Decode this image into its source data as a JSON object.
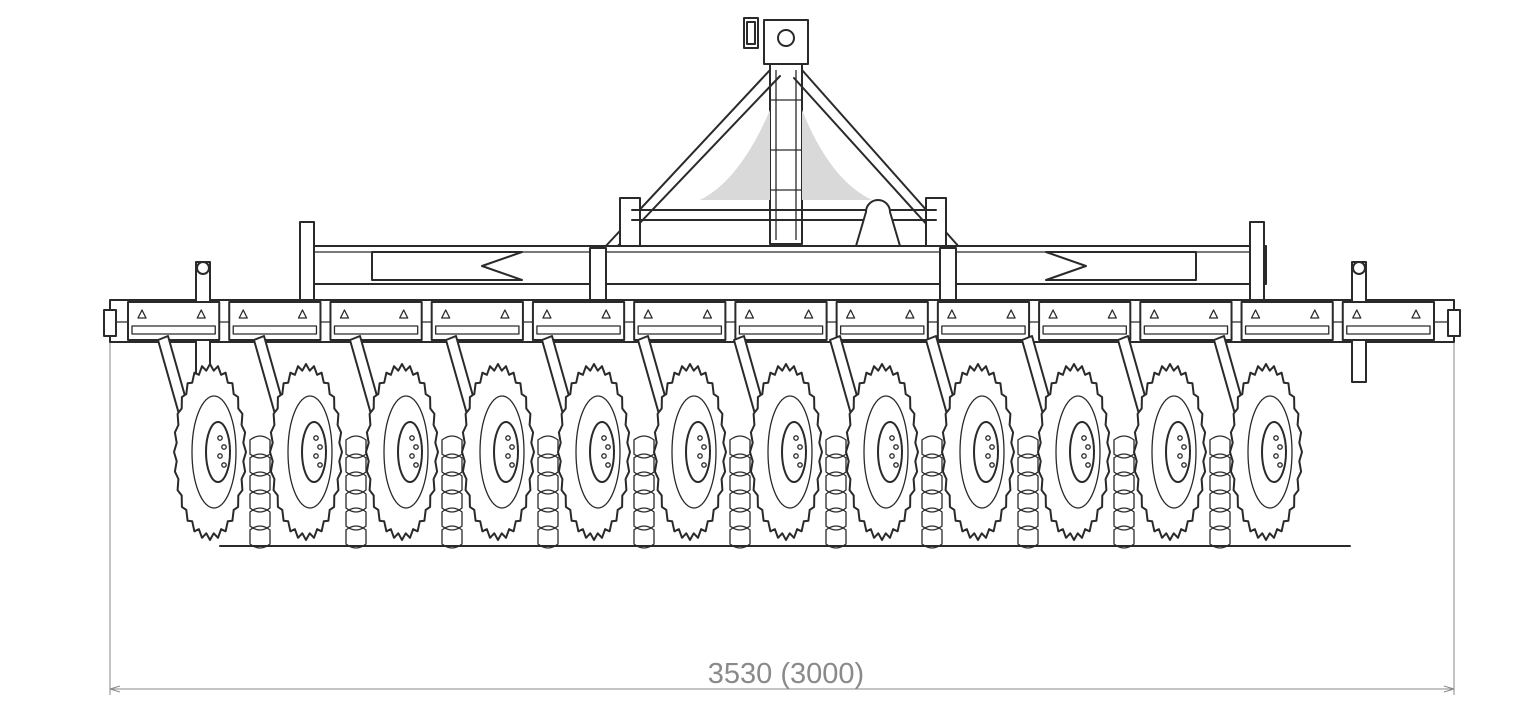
{
  "dimension": {
    "label": "3530 (3000)"
  },
  "drawing": {
    "disc_count": 12,
    "beam_bracket_count": 13,
    "line_color": "#2a2a2a",
    "dimension_color": "#8a8a8a"
  }
}
